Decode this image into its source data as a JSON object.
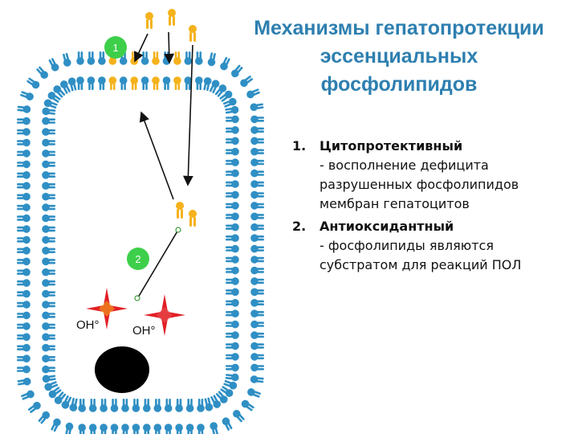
{
  "title": {
    "line1": "Механизмы гепатопротекции",
    "line2": "эссенциальных",
    "line3": "фосфолипидов"
  },
  "mechanisms": [
    {
      "number": "1.",
      "title": "Цитопротективный",
      "description": "- восполнение дефицита\nразрушенных фосфолипидов\nмембран гепатоцитов"
    },
    {
      "number": "2.",
      "title": "Антиоксидантный",
      "description": "- фосфолипиды являются\nсубстратом для реакций ПОЛ"
    }
  ],
  "diagram": {
    "badge1": "1",
    "badge2": "2",
    "radical1": "OH°",
    "radical2": "OH°"
  },
  "colors": {
    "title": "#2e7fb0",
    "lipid_blue": "#2f8fc4",
    "lipid_yellow": "#f5b21c",
    "badge_green": "#3dcf4a",
    "radical_red": "#e11f26",
    "nucleus": "#000000"
  }
}
